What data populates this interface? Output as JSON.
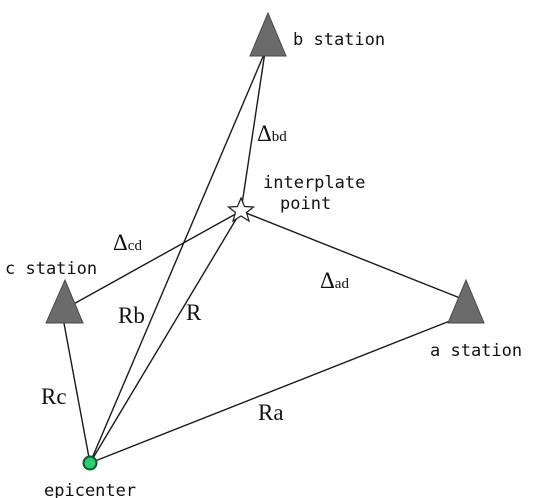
{
  "stations": {
    "a": {
      "label": "a station"
    },
    "b": {
      "label": "b station"
    },
    "c": {
      "label": "c station"
    }
  },
  "epicenter": {
    "label": "epicenter",
    "color": "#2ecc71"
  },
  "interplate_point": {
    "label_line1": "interplate",
    "label_line2": "point"
  },
  "distances": {
    "Ra": "Ra",
    "Rb": "Rb",
    "Rc": "Rc",
    "R": "R"
  },
  "deltas": {
    "ad": {
      "symbol": "Δ",
      "sub": "ad"
    },
    "bd": {
      "symbol": "Δ",
      "sub": "bd"
    },
    "cd": {
      "symbol": "Δ",
      "sub": "cd"
    }
  },
  "colors": {
    "station_fill": "#6b6b6b",
    "line": "#1a1a1a"
  }
}
